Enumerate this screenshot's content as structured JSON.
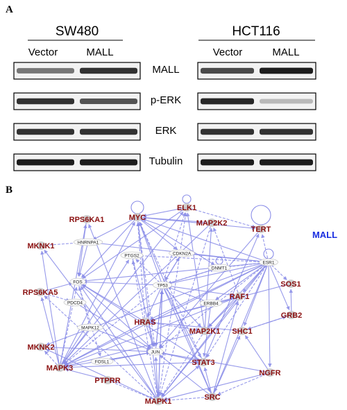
{
  "panel_a": {
    "label": "A",
    "groups": [
      {
        "name": "SW480",
        "lanes": [
          "Vector",
          "MALL"
        ]
      },
      {
        "name": "HCT116",
        "lanes": [
          "Vector",
          "MALL"
        ]
      }
    ],
    "rows": [
      {
        "label": "MALL",
        "intensity": [
          [
            0.55,
            0.85
          ],
          [
            0.75,
            0.95
          ]
        ]
      },
      {
        "label": "p-ERK",
        "intensity": [
          [
            0.85,
            0.7
          ],
          [
            0.9,
            0.25
          ]
        ]
      },
      {
        "label": "ERK",
        "intensity": [
          [
            0.85,
            0.85
          ],
          [
            0.85,
            0.85
          ]
        ]
      },
      {
        "label": "Tubulin",
        "intensity": [
          [
            0.95,
            0.95
          ],
          [
            0.95,
            0.95
          ]
        ]
      }
    ]
  },
  "panel_b": {
    "label": "B",
    "colors": {
      "edge": "#8a8de8",
      "node_red": "#8b1010",
      "node_blue": "#1a2ee0",
      "node_fill": "#c8c8c8"
    },
    "nodes": [
      {
        "id": "MYC",
        "label": "MYC",
        "style": "red"
      },
      {
        "id": "ELK1",
        "label": "ELK1",
        "style": "red"
      },
      {
        "id": "RPS6KA1",
        "label": "RPS6KA1",
        "style": "red"
      },
      {
        "id": "MAP2K2",
        "label": "MAP2K2",
        "style": "red"
      },
      {
        "id": "TERT",
        "label": "TERT",
        "style": "red"
      },
      {
        "id": "MALL",
        "label": "MALL",
        "style": "blue"
      },
      {
        "id": "MKNK1",
        "label": "MKNK1",
        "style": "red"
      },
      {
        "id": "HNRNPA1",
        "label": "HNRNPA1",
        "style": "small"
      },
      {
        "id": "PTGS2",
        "label": "PTGS2",
        "style": "small"
      },
      {
        "id": "CDKN2A",
        "label": "CDKN2A",
        "style": "small"
      },
      {
        "id": "DNMT1",
        "label": "DNMT1",
        "style": "small"
      },
      {
        "id": "ESR1",
        "label": "ESR1",
        "style": "small"
      },
      {
        "id": "FOS",
        "label": "FOS",
        "style": "small"
      },
      {
        "id": "SOS1",
        "label": "SOS1",
        "style": "red"
      },
      {
        "id": "RPS6KA5",
        "label": "RPS6KA5",
        "style": "red"
      },
      {
        "id": "PDCD4",
        "label": "PDCD4",
        "style": "small"
      },
      {
        "id": "TP53",
        "label": "TP53",
        "style": "small"
      },
      {
        "id": "RAF1",
        "label": "RAF1",
        "style": "red"
      },
      {
        "id": "ERBB4",
        "label": "ERBB4",
        "style": "small"
      },
      {
        "id": "GRB2",
        "label": "GRB2",
        "style": "red"
      },
      {
        "id": "MAPK12",
        "label": "MAPK12",
        "style": "small"
      },
      {
        "id": "HRAS",
        "label": "HRAS",
        "style": "red"
      },
      {
        "id": "SHC1",
        "label": "SHC1",
        "style": "red"
      },
      {
        "id": "MKNK2",
        "label": "MKNK2",
        "style": "red"
      },
      {
        "id": "MAP2K1",
        "label": "MAP2K1",
        "style": "red"
      },
      {
        "id": "MAPK3",
        "label": "MAPK3",
        "style": "red"
      },
      {
        "id": "FOSL1",
        "label": "FOSL1",
        "style": "small"
      },
      {
        "id": "JUN",
        "label": "JUN",
        "style": "small"
      },
      {
        "id": "STAT3",
        "label": "STAT3",
        "style": "red"
      },
      {
        "id": "NGFR",
        "label": "NGFR",
        "style": "red"
      },
      {
        "id": "PTPRR",
        "label": "PTPRR",
        "style": "red"
      },
      {
        "id": "MAPK1",
        "label": "MAPK1",
        "style": "red"
      },
      {
        "id": "SRC",
        "label": "SRC",
        "style": "red"
      }
    ],
    "edges": [
      [
        "ESR1",
        "MYC"
      ],
      [
        "ESR1",
        "TERT"
      ],
      [
        "ESR1",
        "CDKN2A"
      ],
      [
        "ESR1",
        "TP53"
      ],
      [
        "ESR1",
        "FOS"
      ],
      [
        "ESR1",
        "JUN"
      ],
      [
        "ESR1",
        "MAPK1"
      ],
      [
        "ESR1",
        "SRC"
      ],
      [
        "ESR1",
        "NGFR"
      ],
      [
        "ESR1",
        "SOS1"
      ],
      [
        "ESR1",
        "GRB2"
      ],
      [
        "ESR1",
        "SHC1"
      ],
      [
        "ESR1",
        "MAPK3"
      ],
      [
        "ESR1",
        "STAT3"
      ],
      [
        "ESR1",
        "MAP2K1"
      ],
      [
        "ESR1",
        "RAF1"
      ],
      [
        "ESR1",
        "HRAS"
      ],
      [
        "ESR1",
        "PTGS2"
      ],
      [
        "ESR1",
        "HNRNPA1"
      ],
      [
        "ESR1",
        "ERBB4"
      ],
      [
        "ESR1",
        "MKNK2"
      ],
      [
        "ESR1",
        "DNMT1"
      ],
      [
        "TP53",
        "MYC"
      ],
      [
        "TP53",
        "JUN"
      ],
      [
        "TP53",
        "FOS"
      ],
      [
        "TP53",
        "PTGS2"
      ],
      [
        "TP53",
        "CDKN2A"
      ],
      [
        "TP53",
        "HRAS"
      ],
      [
        "TP53",
        "MAPK1"
      ],
      [
        "TP53",
        "MAPK3"
      ],
      [
        "TP53",
        "RAF1"
      ],
      [
        "TP53",
        "SRC"
      ],
      [
        "TP53",
        "STAT3"
      ],
      [
        "TP53",
        "ELK1"
      ],
      [
        "TP53",
        "MAP2K1"
      ],
      [
        "TP53",
        "DNMT1"
      ],
      [
        "MAPK1",
        "MYC"
      ],
      [
        "MAPK1",
        "ELK1"
      ],
      [
        "MAPK1",
        "FOS"
      ],
      [
        "MAPK1",
        "JUN"
      ],
      [
        "MAPK1",
        "RPS6KA1"
      ],
      [
        "MAPK1",
        "RPS6KA5"
      ],
      [
        "MAPK1",
        "MKNK1"
      ],
      [
        "MAPK1",
        "MKNK2"
      ],
      [
        "MAPK1",
        "STAT3"
      ],
      [
        "MAPK1",
        "PTGS2"
      ],
      [
        "MAPK1",
        "TP53"
      ],
      [
        "MAPK3",
        "MYC"
      ],
      [
        "MAPK3",
        "ELK1"
      ],
      [
        "MAPK3",
        "FOS"
      ],
      [
        "MAPK3",
        "RPS6KA1"
      ],
      [
        "MAPK3",
        "RPS6KA5"
      ],
      [
        "MAPK3",
        "MKNK1"
      ],
      [
        "MAPK3",
        "MKNK2"
      ],
      [
        "MAPK3",
        "JUN"
      ],
      [
        "MAPK3",
        "STAT3"
      ],
      [
        "MAPK3",
        "PTGS2"
      ],
      [
        "MAP2K1",
        "MAPK1"
      ],
      [
        "MAP2K1",
        "MAPK3"
      ],
      [
        "MAP2K1",
        "MAP2K2"
      ],
      [
        "MAP2K1",
        "ELK1"
      ],
      [
        "MAP2K2",
        "MAPK1"
      ],
      [
        "MAP2K2",
        "MAPK3"
      ],
      [
        "MAP2K2",
        "MYC"
      ],
      [
        "RAF1",
        "MAP2K1"
      ],
      [
        "RAF1",
        "MAP2K2"
      ],
      [
        "RAF1",
        "MAPK1"
      ],
      [
        "RAF1",
        "MAPK3"
      ],
      [
        "HRAS",
        "RAF1"
      ],
      [
        "HRAS",
        "MAP2K1"
      ],
      [
        "HRAS",
        "MAPK3"
      ],
      [
        "HRAS",
        "JUN"
      ],
      [
        "HRAS",
        "FOS"
      ],
      [
        "HRAS",
        "MYC"
      ],
      [
        "SOS1",
        "HRAS"
      ],
      [
        "GRB2",
        "SOS1"
      ],
      [
        "GRB2",
        "SHC1"
      ],
      [
        "SHC1",
        "GRB2"
      ],
      [
        "SHC1",
        "HRAS"
      ],
      [
        "SRC",
        "STAT3"
      ],
      [
        "SRC",
        "SHC1"
      ],
      [
        "SRC",
        "MAPK1"
      ],
      [
        "SRC",
        "JUN"
      ],
      [
        "SRC",
        "MYC"
      ],
      [
        "SRC",
        "RAF1"
      ],
      [
        "STAT3",
        "MYC"
      ],
      [
        "STAT3",
        "JUN"
      ],
      [
        "STAT3",
        "FOS"
      ],
      [
        "STAT3",
        "TERT"
      ],
      [
        "NGFR",
        "SRC"
      ],
      [
        "NGFR",
        "SHC1"
      ],
      [
        "NGFR",
        "MAPK1"
      ],
      [
        "NGFR",
        "JUN"
      ],
      [
        "PTPRR",
        "MAPK1"
      ],
      [
        "PTPRR",
        "MAPK3"
      ],
      [
        "ELK1",
        "FOS"
      ],
      [
        "ELK1",
        "MYC"
      ],
      [
        "ELK1",
        "TERT"
      ],
      [
        "MYC",
        "TERT"
      ],
      [
        "MYC",
        "CDKN2A"
      ],
      [
        "MYC",
        "HNRNPA1"
      ],
      [
        "MYC",
        "JUN"
      ],
      [
        "MYC",
        "FOS"
      ],
      [
        "MYC",
        "DNMT1"
      ],
      [
        "FOS",
        "JUN"
      ],
      [
        "FOS",
        "FOSL1"
      ],
      [
        "JUN",
        "FOSL1"
      ],
      [
        "FOSL1",
        "JUN"
      ],
      [
        "MAPK12",
        "JUN"
      ],
      [
        "MAPK12",
        "FOS"
      ],
      [
        "MAPK12",
        "MAPK3"
      ],
      [
        "RPS6KA1",
        "FOS"
      ],
      [
        "RPS6KA5",
        "FOS"
      ],
      [
        "RPS6KA5",
        "PDCD4"
      ],
      [
        "PDCD4",
        "JUN"
      ],
      [
        "CDKN2A",
        "TP53"
      ],
      [
        "PTGS2",
        "JUN"
      ],
      [
        "DNMT1",
        "TP53"
      ],
      [
        "ERBB4",
        "STAT3"
      ],
      [
        "ERBB4",
        "TP53"
      ],
      [
        "HNRNPA1",
        "FOS"
      ],
      [
        "MKNK1",
        "HNRNPA1"
      ],
      [
        "MKNK2",
        "JUN"
      ],
      [
        "TERT",
        "JUN"
      ],
      [
        "JUN",
        "TP53"
      ]
    ]
  }
}
